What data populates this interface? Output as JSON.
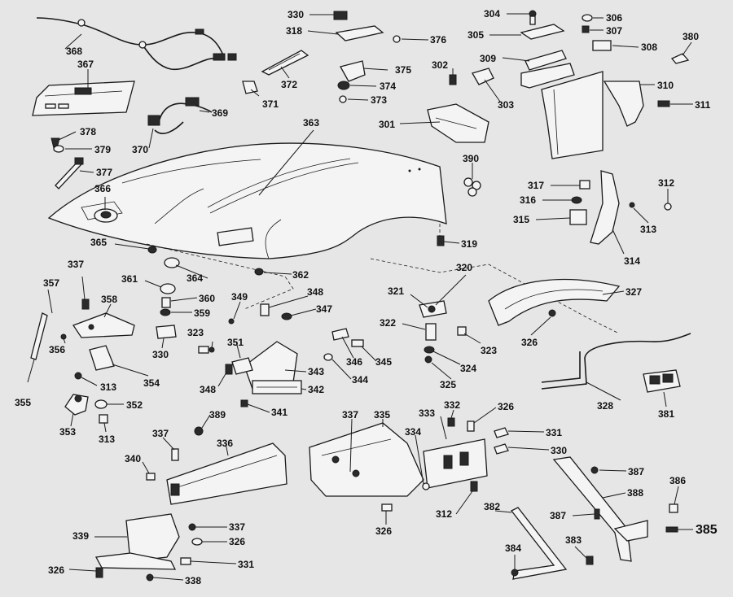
{
  "callouts": {
    "c301": "301",
    "c302": "302",
    "c303": "303",
    "c304": "304",
    "c305": "305",
    "c306": "306",
    "c307": "307",
    "c308": "308",
    "c309": "309",
    "c310": "310",
    "c311": "311",
    "c312a": "312",
    "c312b": "312",
    "c313a": "313",
    "c313b": "313",
    "c313c": "313",
    "c314": "314",
    "c315": "315",
    "c316": "316",
    "c317": "317",
    "c318": "318",
    "c319": "319",
    "c320": "320",
    "c321": "321",
    "c322": "322",
    "c323a": "323",
    "c323b": "323",
    "c324": "324",
    "c325": "325",
    "c326a": "326",
    "c326b": "326",
    "c326c": "326",
    "c326d": "326",
    "c326e": "326",
    "c327": "327",
    "c328": "328",
    "c330a": "330",
    "c330b": "330",
    "c330c": "330",
    "c331a": "331",
    "c331b": "331",
    "c332": "332",
    "c333": "333",
    "c334": "334",
    "c335": "335",
    "c336": "336",
    "c337a": "337",
    "c337b": "337",
    "c337c": "337",
    "c337d": "337",
    "c338": "338",
    "c339": "339",
    "c340": "340",
    "c341": "341",
    "c342": "342",
    "c343": "343",
    "c344": "344",
    "c345": "345",
    "c346": "346",
    "c347": "347",
    "c348a": "348",
    "c348b": "348",
    "c349": "349",
    "c351": "351",
    "c352": "352",
    "c353": "353",
    "c354": "354",
    "c355": "355",
    "c356": "356",
    "c357": "357",
    "c358": "358",
    "c359": "359",
    "c360": "360",
    "c361": "361",
    "c362": "362",
    "c363": "363",
    "c364": "364",
    "c365": "365",
    "c366": "366",
    "c367": "367",
    "c368": "368",
    "c369": "369",
    "c370": "370",
    "c371": "371",
    "c372": "372",
    "c373": "373",
    "c374": "374",
    "c375": "375",
    "c376": "376",
    "c377": "377",
    "c378": "378",
    "c379": "379",
    "c380": "380",
    "c381": "381",
    "c382": "382",
    "c383": "383",
    "c384": "384",
    "c385": "385",
    "c386": "386",
    "c387a": "387",
    "c387b": "387",
    "c388": "388",
    "c389": "389",
    "c390": "390"
  }
}
